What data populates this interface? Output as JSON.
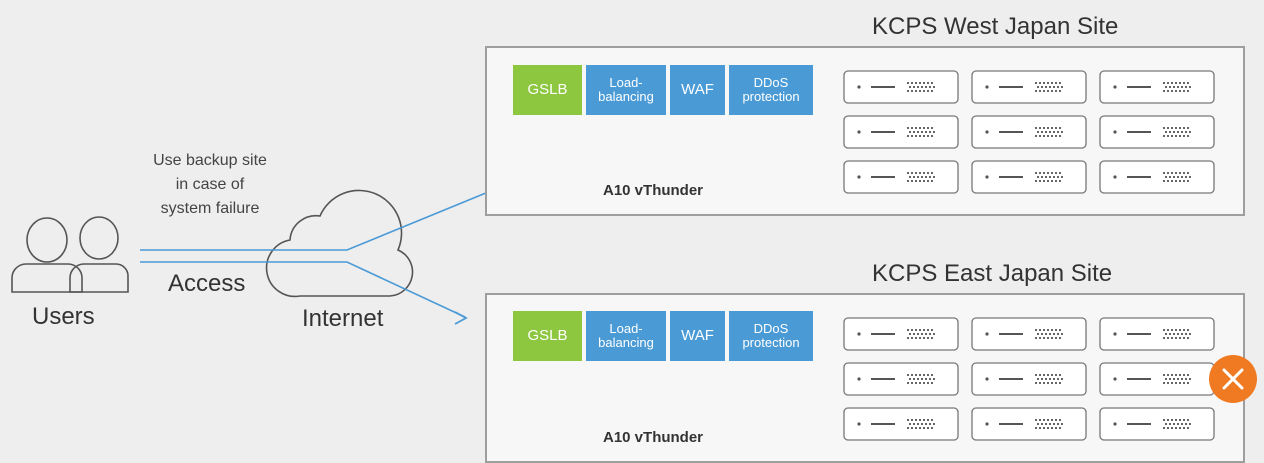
{
  "users": {
    "label": "Users"
  },
  "internet": {
    "label": "Internet"
  },
  "access": {
    "label": "Access"
  },
  "backup_note": {
    "line1": "Use backup site",
    "line2": "in case of",
    "line3": "system failure"
  },
  "sites": [
    {
      "title": "KCPS West Japan Site",
      "chips": {
        "gslb": "GSLB",
        "lb1": "Load-",
        "lb2": "balancing",
        "waf": "WAF",
        "ddos1": "DDoS",
        "ddos2": "protection"
      },
      "device": "A10 vThunder",
      "failed": false
    },
    {
      "title": "KCPS East Japan Site",
      "chips": {
        "gslb": "GSLB",
        "lb1": "Load-",
        "lb2": "balancing",
        "waf": "WAF",
        "ddos1": "DDoS",
        "ddos2": "protection"
      },
      "device": "A10 vThunder",
      "failed": true
    }
  ],
  "colors": {
    "gslb": "#8dc63f",
    "service": "#4a9ad6",
    "link": "#4a9ad6",
    "failure": "#f07a22",
    "frame": "#9e9e9e"
  },
  "icons": {
    "users": "user-outline-icon",
    "internet": "cloud-outline-icon",
    "server": "server-rack-icon",
    "failure": "close-icon"
  }
}
